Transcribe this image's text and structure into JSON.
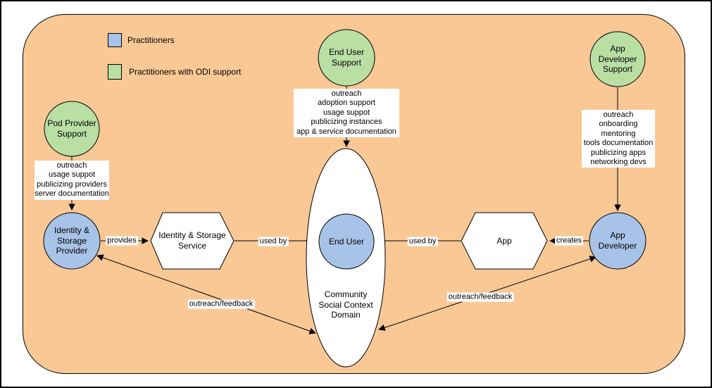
{
  "colors": {
    "domain_fill": "#f9c895",
    "practitioner_fill": "#a8c3e8",
    "odi_support_fill": "#b9dfa5",
    "white_fill": "#ffffff",
    "line_color": "#000000"
  },
  "legend": {
    "practitioners": {
      "label": "Practitioners"
    },
    "practitioners_odi": {
      "label": "Practitioners with ODI support"
    }
  },
  "domain": {
    "label": "Community Social Context Domain"
  },
  "nodes": {
    "pod_provider_support": {
      "label": "Pod Provider Support"
    },
    "end_user_support": {
      "label": "End User Support"
    },
    "app_developer_support": {
      "label": "App Developer Support"
    },
    "identity_storage_provider": {
      "label": "Identity & Storage Provider"
    },
    "end_user": {
      "label": "End User"
    },
    "app_developer": {
      "label": "App Developer"
    },
    "identity_storage_service": {
      "label": "Identity & Storage Service"
    },
    "app": {
      "label": "App"
    }
  },
  "support_activities": {
    "pod_provider": [
      "outreach",
      "usage suppot",
      "publicizing providers",
      "server documentation"
    ],
    "end_user": [
      "outreach",
      "adoption support",
      "usage suppot",
      "publicizing instances",
      "app & service documentation"
    ],
    "app_developer": [
      "outreach",
      "onboarding",
      "mentoring",
      "tools documentation",
      "publicizing apps",
      "networking devs"
    ]
  },
  "edge_labels": {
    "provides": "provides",
    "used_by_service": "used by",
    "used_by_app": "used by",
    "creates": "creates",
    "outreach_feedback_left": "outreach/feedback",
    "outreach_feedback_right": "outreach/feedback"
  }
}
